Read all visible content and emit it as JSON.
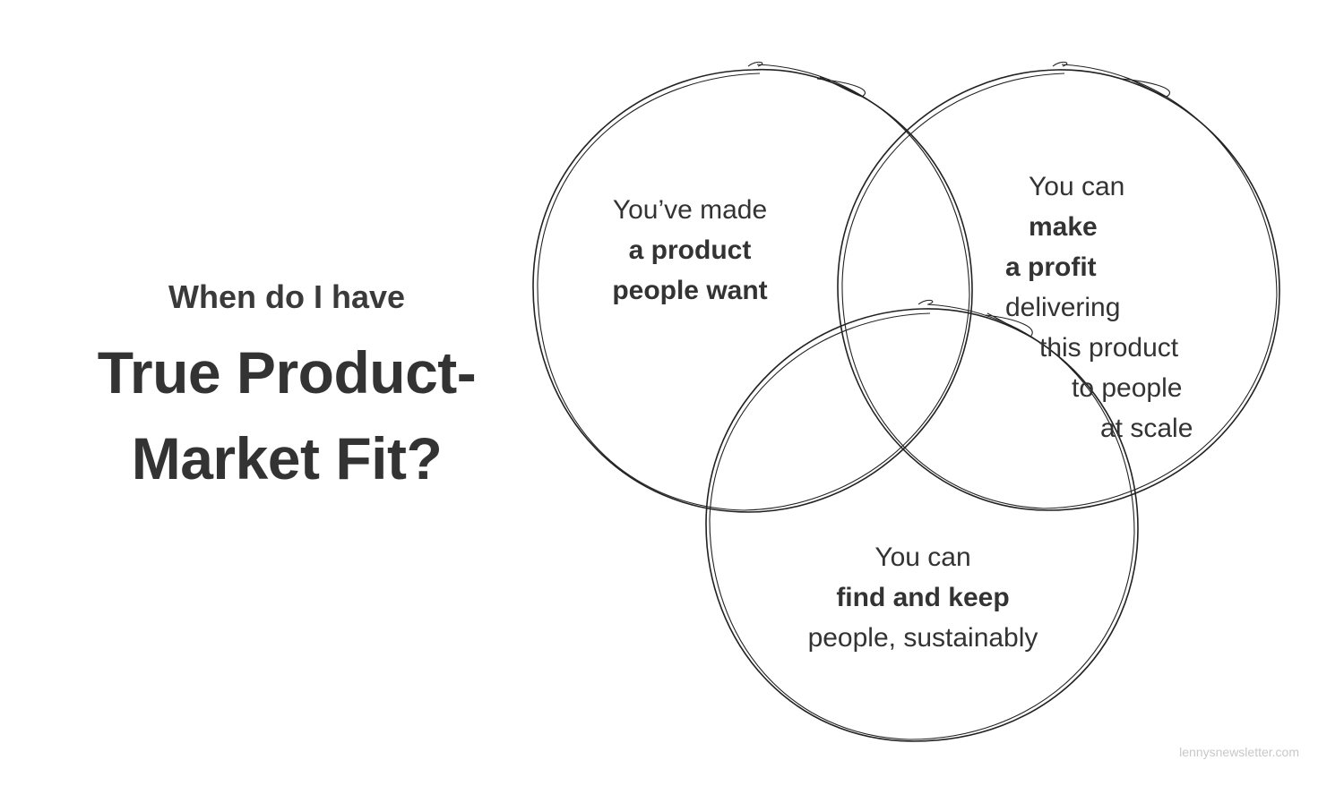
{
  "title": {
    "subtitle": "When do I have",
    "line1": "True Product-",
    "line2": "Market Fit?"
  },
  "circles": [
    {
      "id": "product",
      "lines": [
        {
          "normal": "You’ve made",
          "bold": ""
        },
        {
          "normal": "",
          "bold": "a product"
        },
        {
          "normal": "",
          "bold": "people want"
        }
      ]
    },
    {
      "id": "profit",
      "lines": [
        {
          "normal": "You can ",
          "bold": "make"
        },
        {
          "bold": "a profit",
          "normal": " delivering"
        },
        {
          "normal": "this product",
          "bold": ""
        },
        {
          "normal": "to people",
          "bold": ""
        },
        {
          "normal": "at scale",
          "bold": ""
        }
      ]
    },
    {
      "id": "retention",
      "lines": [
        {
          "normal": "You can",
          "bold": ""
        },
        {
          "normal": "",
          "bold": "find and keep"
        },
        {
          "normal": "people, sustainably",
          "bold": ""
        }
      ]
    }
  ],
  "footer": {
    "source": "lennysnewsletter.com"
  },
  "colors": {
    "text": "#333333",
    "stroke": "#222222",
    "footer": "#c8c8c8",
    "background": "#ffffff"
  }
}
